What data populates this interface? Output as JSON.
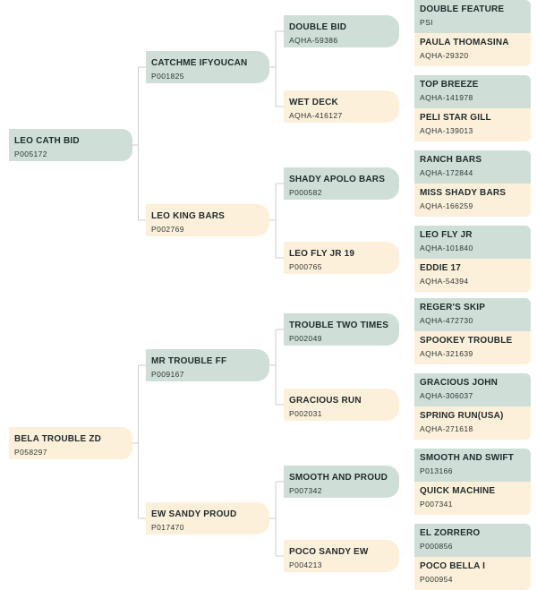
{
  "pedigrees": [
    {
      "root": {
        "name": "LEO CATH BID",
        "reg": "P005172"
      },
      "gen1": [
        {
          "name": "CATCHME IFYOUCAN",
          "reg": "P001825"
        },
        {
          "name": "LEO KING BARS",
          "reg": "P002769"
        }
      ],
      "gen2": [
        {
          "name": "DOUBLE BID",
          "reg": "AQHA-59386"
        },
        {
          "name": "WET DECK",
          "reg": "AQHA-416127"
        },
        {
          "name": "SHADY APOLO BARS",
          "reg": "P000582"
        },
        {
          "name": "LEO FLY JR 19",
          "reg": "P000765"
        }
      ],
      "gen3": [
        {
          "name": "DOUBLE FEATURE",
          "reg": "PSI"
        },
        {
          "name": "PAULA THOMASINA",
          "reg": "AQHA-29320"
        },
        {
          "name": "TOP BREEZE",
          "reg": "AQHA-141978"
        },
        {
          "name": "PELI STAR GILL",
          "reg": "AQHA-139013"
        },
        {
          "name": "RANCH BARS",
          "reg": "AQHA-172844"
        },
        {
          "name": "MISS SHADY BARS",
          "reg": "AQHA-166259"
        },
        {
          "name": "LEO FLY JR",
          "reg": "AQHA-101840"
        },
        {
          "name": "EDDIE 17",
          "reg": "AQHA-54394"
        }
      ]
    },
    {
      "root": {
        "name": "BELA TROUBLE ZD",
        "reg": "P058297"
      },
      "gen1": [
        {
          "name": "MR TROUBLE FF",
          "reg": "P009167"
        },
        {
          "name": "EW SANDY PROUD",
          "reg": "P017470"
        }
      ],
      "gen2": [
        {
          "name": "TROUBLE TWO TIMES",
          "reg": "P002049"
        },
        {
          "name": "GRACIOUS RUN",
          "reg": "P002031"
        },
        {
          "name": "SMOOTH AND PROUD",
          "reg": "P007342"
        },
        {
          "name": "POCO SANDY EW",
          "reg": "P004213"
        }
      ],
      "gen3": [
        {
          "name": "REGER'S SKIP",
          "reg": "AQHA-472730"
        },
        {
          "name": "SPOOKEY TROUBLE",
          "reg": "AQHA-321639"
        },
        {
          "name": "GRACIOUS JOHN",
          "reg": "AQHA-306037"
        },
        {
          "name": "SPRING RUN(USA)",
          "reg": "AQHA-271618"
        },
        {
          "name": "SMOOTH AND SWIFT",
          "reg": "P013166"
        },
        {
          "name": "QUICK MACHINE",
          "reg": "P007341"
        },
        {
          "name": "EL ZORRERO",
          "reg": "P000856"
        },
        {
          "name": "POCO BELLA I",
          "reg": "P000954"
        }
      ]
    }
  ],
  "colors": {
    "sire": "#cfdfd7",
    "dam": "#fdf0da",
    "connector": "#c9cfcc"
  }
}
